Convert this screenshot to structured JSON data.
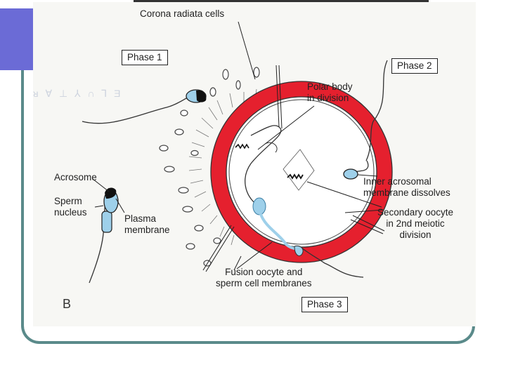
{
  "diagram": {
    "labels": {
      "corona": "Corona radiata cells",
      "polar_body": "Polar body\nin division",
      "inner_acrosomal": "Inner acrosomal\nmembrane dissolves",
      "secondary_oocyte": "Secondary oocyte\nin 2nd meiotic\ndivision",
      "fusion": "Fusion oocyte and\nsperm cell membranes",
      "acrosome": "Acrosome",
      "sperm_nucleus": "Sperm\nnucleus",
      "plasma_membrane": "Plasma\nmembrane"
    },
    "phases": {
      "phase1": "Phase 1",
      "phase2": "Phase 2",
      "phase3": "Phase 3"
    },
    "panel_letter": "B",
    "colors": {
      "zona": "#e5202e",
      "sperm": "#9ed0ea",
      "line": "#222222",
      "frame": "#5a8a8a",
      "accent_bar": "#6b6bd6"
    }
  }
}
